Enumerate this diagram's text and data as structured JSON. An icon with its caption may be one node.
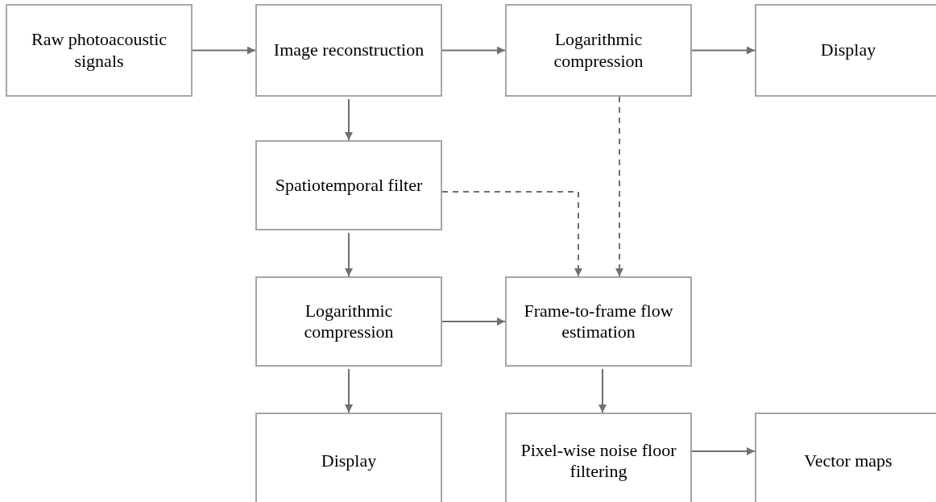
{
  "diagram": {
    "nodes": [
      {
        "text": [
          "Raw photoacoustic signals"
        ]
      },
      {
        "text": [
          "Image reconstruction"
        ]
      },
      {
        "text": [
          "Logarithmic compression"
        ]
      },
      {
        "text": [
          "Display"
        ]
      },
      {
        "text": [
          "Spatiotemporal filter"
        ]
      },
      {
        "text": [
          "Logarithmic compression"
        ]
      },
      {
        "text": [
          "Frame-to-frame flow estimation"
        ]
      },
      {
        "text": [
          "Display"
        ]
      },
      {
        "text": [
          "Pixel-wise noise floor filtering"
        ]
      },
      {
        "text": [
          "Vector maps"
        ]
      }
    ],
    "edges": [
      {
        "from": 0,
        "to": 1,
        "arrow": "to"
      },
      {
        "from": 1,
        "to": 2,
        "arrow": "to"
      },
      {
        "from": 2,
        "to": 3,
        "arrow": "to"
      },
      {
        "from": 1,
        "to": 4,
        "arrow": "to"
      },
      {
        "from": 4,
        "to": 5,
        "arrow": "to"
      },
      {
        "from": 4,
        "to": 6,
        "arrow": "to",
        "style": "dashed"
      },
      {
        "from": 2,
        "to": 6,
        "arrow": "to",
        "style": "dashed"
      },
      {
        "from": 5,
        "to": 6,
        "arrow": "to"
      },
      {
        "from": 5,
        "to": 7,
        "arrow": "to"
      },
      {
        "from": 6,
        "to": 8,
        "arrow": "to"
      },
      {
        "from": 8,
        "to": 9,
        "arrow": "to"
      }
    ]
  }
}
